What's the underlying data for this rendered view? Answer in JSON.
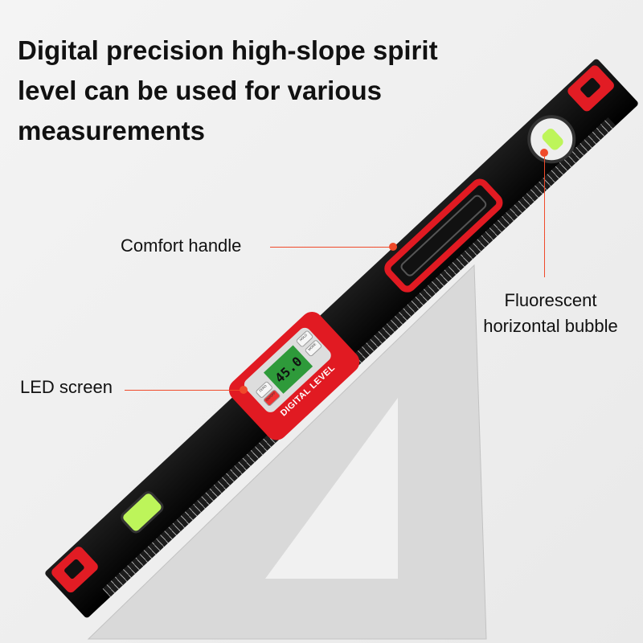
{
  "headline": "Digital precision high-slope spirit level can be used for various measurements",
  "callouts": {
    "handle": "Comfort handle",
    "bubble": "Fluorescent horizontal bubble",
    "bubble_line1": "Fluorescent",
    "bubble_line2": "horizontal bubble",
    "screen": "LED screen"
  },
  "device": {
    "lcd_reading": "45.0",
    "brand_text": "DIGITAL LEVEL",
    "buttons": [
      "HOLD",
      "MODE",
      "ZERO",
      "ON/OFF"
    ]
  },
  "colors": {
    "accent": "#e11a22",
    "callout": "#f04a2a",
    "bubble": "#bdf55a",
    "lcd": "#2e9a3a"
  }
}
